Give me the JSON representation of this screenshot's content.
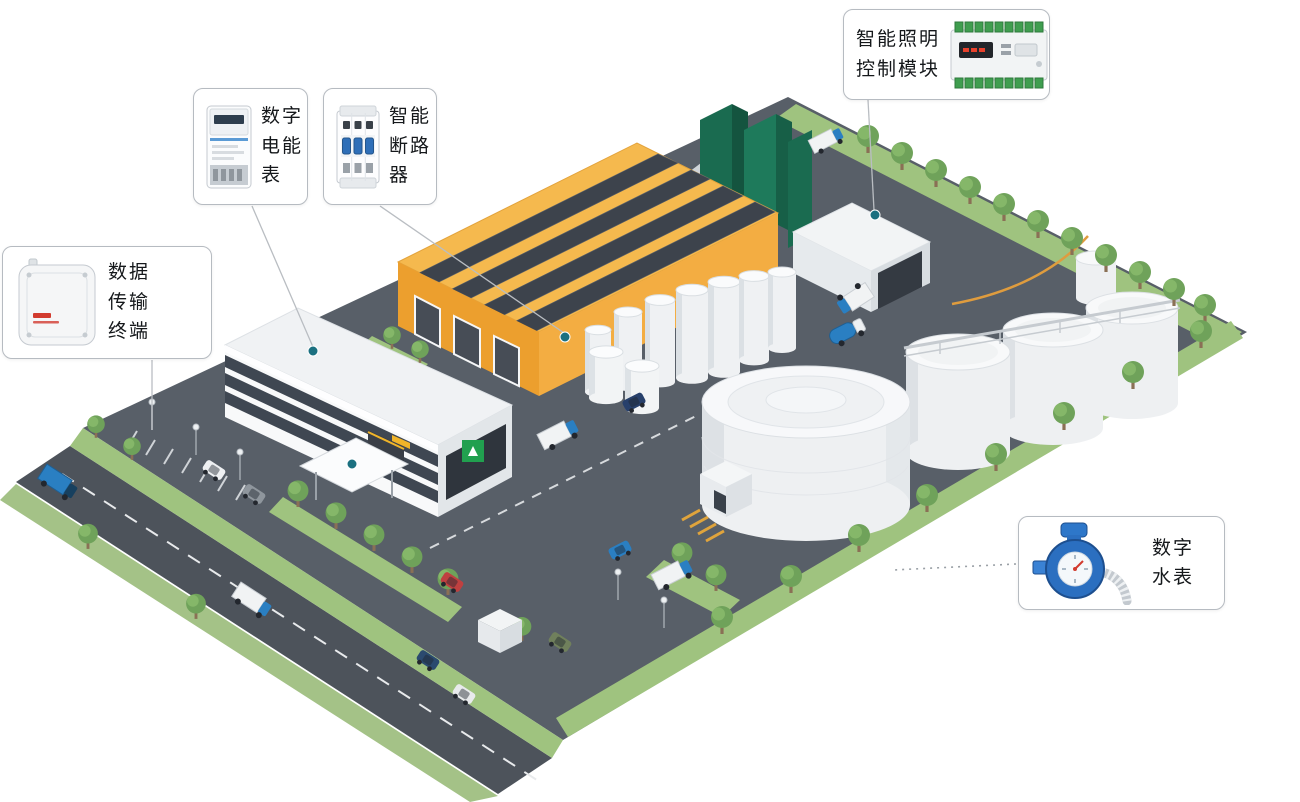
{
  "callouts": {
    "energy_meter": {
      "name": "数字电能表",
      "lines": [
        "数字",
        "电能",
        "表"
      ]
    },
    "circuit_breaker": {
      "name": "智能断路器",
      "lines": [
        "智能",
        "断路",
        "器"
      ]
    },
    "data_terminal": {
      "name": "数据传输终端",
      "lines": [
        "数据",
        "传输",
        "终端"
      ]
    },
    "lighting_module": {
      "name": "智能照明控制模块",
      "lines": [
        "智能照明",
        "控制模块"
      ]
    },
    "water_meter": {
      "name": "数字水表",
      "lines": [
        "数字",
        "水表"
      ]
    }
  },
  "scene": {
    "description": "isometric industrial plant with yellow factory hall, white office, silos, storage tanks, conveyor towers, roads, trees and vehicles",
    "marker_color": "#1b7080",
    "colors": {
      "road": "#585f68",
      "public_road": "#4d535b",
      "grass": "#9fc37f",
      "factory_roof": "#f5b94e",
      "factory_front": "#ec9f2e",
      "solar_panel": "#3d434c",
      "building_white": "#f8f9fa",
      "tank_white": "#eef0f2",
      "conveyor_green": "#1a6b50",
      "truck_blue": "#2a7fc2"
    }
  }
}
